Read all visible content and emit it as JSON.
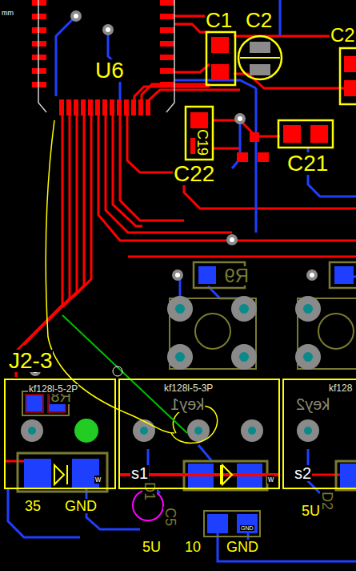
{
  "diagram": {
    "nodes": [
      {
        "text": [
          "J2-3",
          "kf128l-5-2P"
        ]
      },
      {
        "text": [
          "kf128l-5-3P",
          "key1"
        ]
      },
      {
        "text": [
          "kf128",
          "key2"
        ]
      }
    ],
    "labels": [
      "mm",
      "C1",
      "C2",
      "C2",
      "U6",
      "C22",
      "C19",
      "C21",
      "R9",
      "R8",
      "35",
      "GND",
      "w",
      "s1",
      "D1",
      "w",
      "s2",
      "D2",
      "5U",
      "C5",
      "5U",
      "10",
      "GND",
      "GND"
    ]
  }
}
